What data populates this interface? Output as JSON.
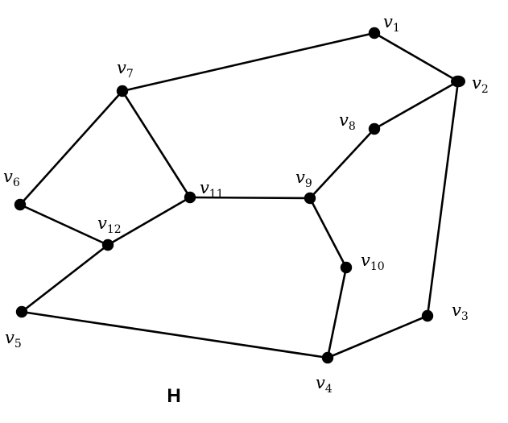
{
  "graph": {
    "title": "H",
    "vertices": [
      {
        "id": "v1",
        "base": "v",
        "sub": "1"
      },
      {
        "id": "v2",
        "base": "v",
        "sub": "2"
      },
      {
        "id": "v3",
        "base": "v",
        "sub": "3"
      },
      {
        "id": "v4",
        "base": "v",
        "sub": "4"
      },
      {
        "id": "v5",
        "base": "v",
        "sub": "5"
      },
      {
        "id": "v6",
        "base": "v",
        "sub": "6"
      },
      {
        "id": "v7",
        "base": "v",
        "sub": "7"
      },
      {
        "id": "v8",
        "base": "v",
        "sub": "8"
      },
      {
        "id": "v9",
        "base": "v",
        "sub": "9"
      },
      {
        "id": "v10",
        "base": "v",
        "sub": "10"
      },
      {
        "id": "v11",
        "base": "v",
        "sub": "11"
      },
      {
        "id": "v12",
        "base": "v",
        "sub": "12"
      }
    ],
    "edges": [
      [
        "v1",
        "v2"
      ],
      [
        "v1",
        "v7"
      ],
      [
        "v2",
        "v8"
      ],
      [
        "v2",
        "v3"
      ],
      [
        "v3",
        "v4"
      ],
      [
        "v4",
        "v5"
      ],
      [
        "v4",
        "v10"
      ],
      [
        "v5",
        "v12"
      ],
      [
        "v6",
        "v7"
      ],
      [
        "v6",
        "v12"
      ],
      [
        "v7",
        "v11"
      ],
      [
        "v11",
        "v12"
      ],
      [
        "v11",
        "v9"
      ],
      [
        "v8",
        "v9"
      ],
      [
        "v9",
        "v10"
      ]
    ]
  }
}
